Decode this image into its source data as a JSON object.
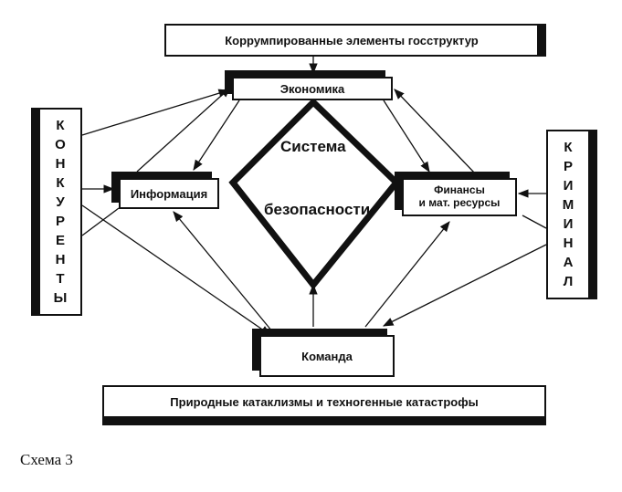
{
  "boxes": {
    "top": "Коррумпированные элементы госструктур",
    "economy": "Экономика",
    "information": "Информация",
    "finance_line1": "Финансы",
    "finance_line2": "и мат. ресурсы",
    "team": "Команда",
    "bottom": "Природные катаклизмы и техногенные катастрофы"
  },
  "side_left": [
    "К",
    "О",
    "Н",
    "К",
    "У",
    "Р",
    "Е",
    "Н",
    "Т",
    "Ы"
  ],
  "side_right": [
    "К",
    "Р",
    "И",
    "М",
    "И",
    "Н",
    "А",
    "Л"
  ],
  "center": {
    "line1": "Система",
    "line2": "безопасности"
  },
  "caption": "Схема 3"
}
